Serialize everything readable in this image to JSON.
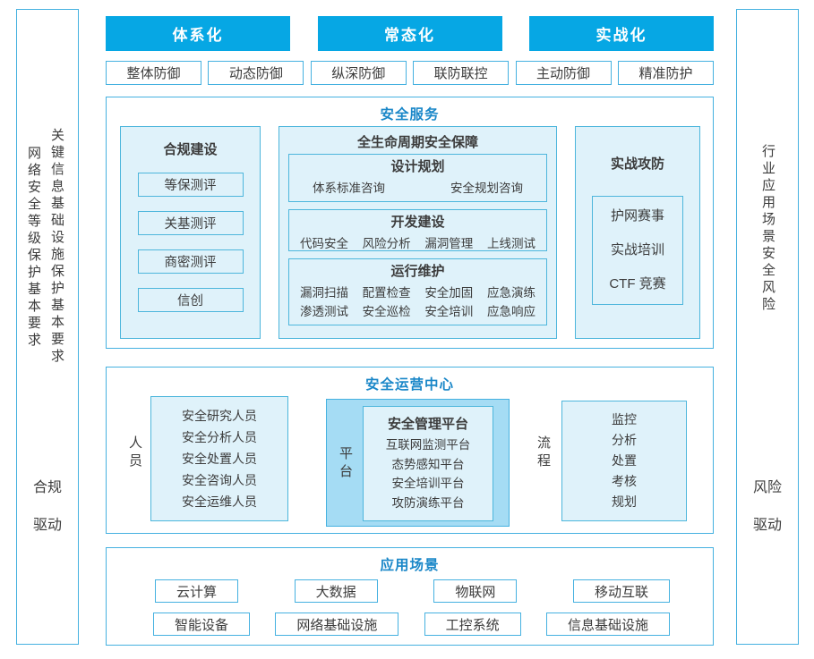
{
  "colors": {
    "bar_blue": "#06a7e4",
    "border_strong": "#45b1e0",
    "border_light": "#4db6dc",
    "light_fill": "#dff2fa",
    "mid_fill": "#a5dcf4",
    "title_blue": "#1a87c8",
    "text_dark": "#3c3c3c"
  },
  "left_sidebar": {
    "vertical_texts": [
      "关键信息基础设施保护基本要求",
      "网络安全等级保护基本要求"
    ],
    "driver": [
      "合规",
      "驱动"
    ]
  },
  "right_sidebar": {
    "vertical_text": "行业应用场景安全风险",
    "driver": [
      "风险",
      "驱动"
    ]
  },
  "top": {
    "bars": [
      "体系化",
      "常态化",
      "实战化"
    ],
    "defenses": [
      "整体防御",
      "动态防御",
      "纵深防御",
      "联防联控",
      "主动防御",
      "精准防护"
    ]
  },
  "security_service": {
    "title": "安全服务",
    "compliance": {
      "title": "合规建设",
      "items": [
        "等保测评",
        "关基测评",
        "商密测评",
        "信创"
      ]
    },
    "lifecycle": {
      "title": "全生命周期安全保障",
      "design": {
        "title": "设计规划",
        "items": [
          "体系标准咨询",
          "安全规划咨询"
        ]
      },
      "dev": {
        "title": "开发建设",
        "items": [
          "代码安全",
          "风险分析",
          "漏洞管理",
          "上线测试"
        ]
      },
      "ops": {
        "title": "运行维护",
        "row1": [
          "漏洞扫描",
          "配置检查",
          "安全加固",
          "应急演练"
        ],
        "row2": [
          "渗透测试",
          "安全巡检",
          "安全培训",
          "应急响应"
        ]
      }
    },
    "combat": {
      "title": "实战攻防",
      "items": [
        "护网赛事",
        "实战培训",
        "CTF 竞赛"
      ]
    }
  },
  "soc": {
    "title": "安全运营中心",
    "personnel": {
      "label": "人员",
      "items": [
        "安全研究人员",
        "安全分析人员",
        "安全处置人员",
        "安全咨询人员",
        "安全运维人员"
      ]
    },
    "platform": {
      "label": "平台",
      "title": "安全管理平台",
      "items": [
        "互联网监测平台",
        "态势感知平台",
        "安全培训平台",
        "攻防演练平台"
      ]
    },
    "process": {
      "label": "流程",
      "items": [
        "监控",
        "分析",
        "处置",
        "考核",
        "规划"
      ]
    }
  },
  "scenarios": {
    "title": "应用场景",
    "row1": [
      "云计算",
      "大数据",
      "物联网",
      "移动互联"
    ],
    "row2": [
      "智能设备",
      "网络基础设施",
      "工控系统",
      "信息基础设施"
    ]
  }
}
